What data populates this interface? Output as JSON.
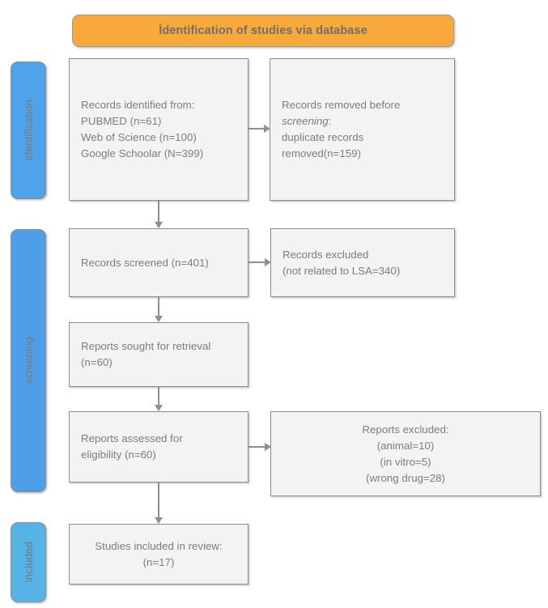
{
  "header": {
    "banner_label": "İdentification of studies via database"
  },
  "stages": [
    {
      "id": "identification",
      "label": "identification",
      "color": "#4FA3EA"
    },
    {
      "id": "screening",
      "label": "screening",
      "color": "#4F9FE8"
    },
    {
      "id": "included",
      "label": "included",
      "color": "#55B3E6"
    }
  ],
  "boxes": {
    "identified": {
      "lines": [
        "Records identified from:",
        "PUBMED (n=61)",
        "Web of Science (n=100)",
        "Google Schoolar (N=399)"
      ]
    },
    "removed": {
      "lines": [
        "Records removed before",
        "screening",
        ":",
        "duplicate records",
        "removed(n=159)"
      ],
      "line1": "Records removed before",
      "line2_italic": "screening",
      "line2_tail": ":",
      "line3": "duplicate records",
      "line4": "removed(n=159)"
    },
    "screened": {
      "lines": [
        "Records screened (n=401)"
      ]
    },
    "excluded_records": {
      "lines": [
        "Records excluded",
        "(not related to LSA=340)"
      ]
    },
    "sought": {
      "lines": [
        "Reports sought for retrieval",
        "(n=60)"
      ]
    },
    "assessed": {
      "lines": [
        "Reports assessed for",
        "eligibility (n=60)"
      ]
    },
    "excluded_reports": {
      "lines": [
        "Reports excluded:",
        "(animal=10)",
        "(in vitro=5)",
        "(wrong drug=28)"
      ]
    },
    "included": {
      "lines": [
        "Studies included in review:",
        "(n=17)"
      ]
    }
  },
  "colors": {
    "banner_fill": "#F9A83A",
    "box_fill": "#F3F3F3",
    "box_border": "#8c8c8c",
    "text": "#7d7d7d",
    "arrow": "#8f8f8f"
  }
}
